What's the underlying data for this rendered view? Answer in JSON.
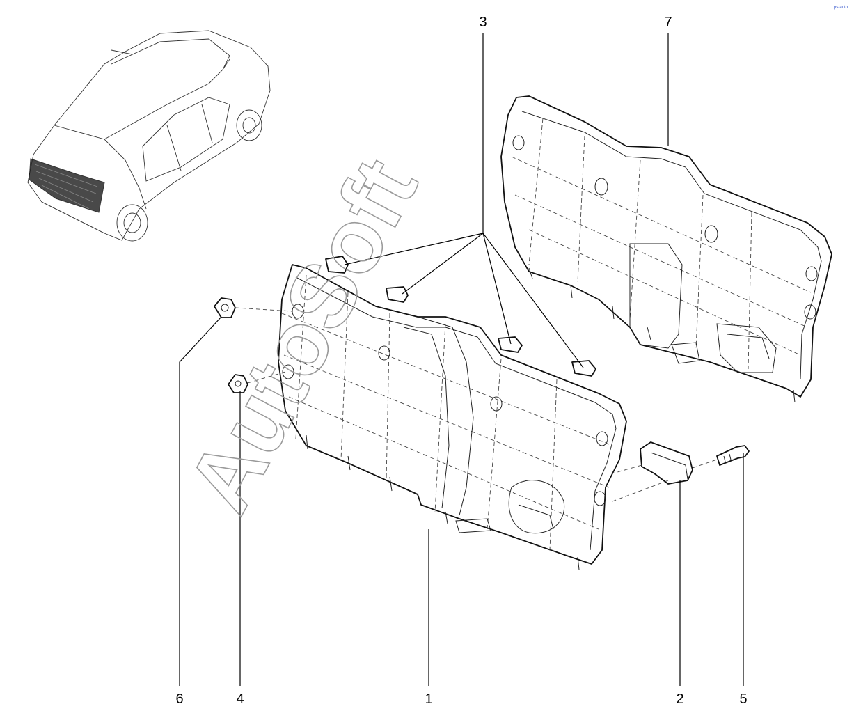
{
  "callouts": {
    "c1": "1",
    "c2": "2",
    "c3": "3",
    "c4": "4",
    "c5": "5",
    "c6": "6",
    "c7": "7"
  },
  "watermark": "AutoSoft",
  "corner_mark": "ps-auto",
  "colors": {
    "lines": "#111111",
    "watermark": "#9a9a9a",
    "background": "#ffffff"
  }
}
